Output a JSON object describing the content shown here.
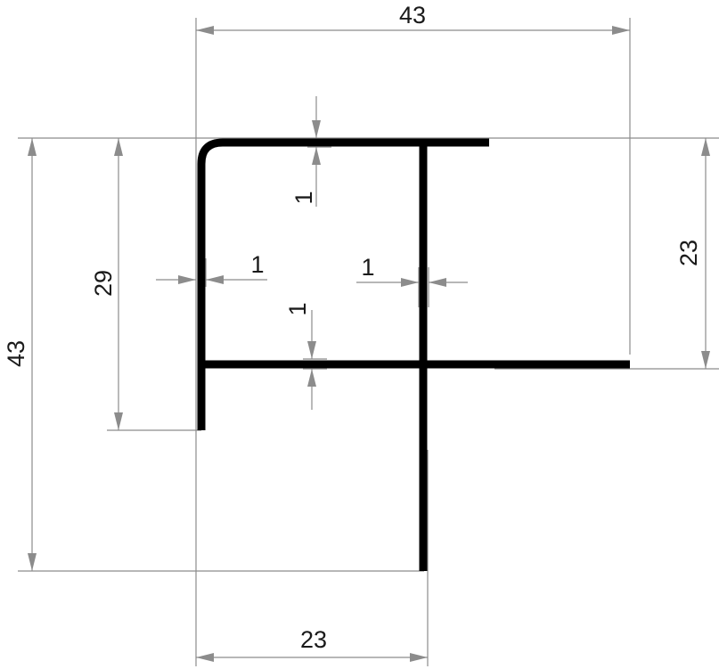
{
  "drawing": {
    "colors": {
      "profile": "#000000",
      "dimension_lines": "#8c8c8c",
      "text": "#1a1a1a",
      "background": "#ffffff"
    },
    "dimensions": {
      "overall_width": "43",
      "overall_height": "43",
      "left_leg_height": "29",
      "right_leg_height": "23",
      "bottom_leg_width": "23",
      "top_wall_thickness": "1",
      "left_wall_thickness": "1",
      "inner_wall_thickness": "1",
      "middle_wall_thickness": "1"
    }
  }
}
